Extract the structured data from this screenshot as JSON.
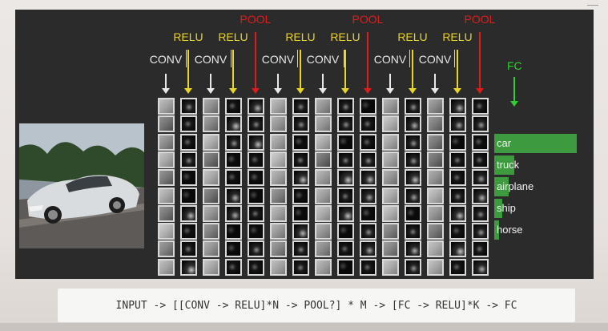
{
  "layer_labels": [
    {
      "text": "CONV",
      "kind": "conv"
    },
    {
      "text": "RELU",
      "kind": "relu"
    },
    {
      "text": "CONV",
      "kind": "conv"
    },
    {
      "text": "RELU",
      "kind": "relu"
    },
    {
      "text": "POOL",
      "kind": "pool"
    },
    {
      "text": "CONV",
      "kind": "conv"
    },
    {
      "text": "RELU",
      "kind": "relu"
    },
    {
      "text": "CONV",
      "kind": "conv"
    },
    {
      "text": "RELU",
      "kind": "relu"
    },
    {
      "text": "POOL",
      "kind": "pool"
    },
    {
      "text": "CONV",
      "kind": "conv"
    },
    {
      "text": "RELU",
      "kind": "relu"
    },
    {
      "text": "CONV",
      "kind": "conv"
    },
    {
      "text": "RELU",
      "kind": "relu"
    },
    {
      "text": "POOL",
      "kind": "pool"
    }
  ],
  "fc_label": "FC",
  "colors": {
    "conv": "#e8e8e8",
    "relu": "#e8d52a",
    "pool": "#e01b1b",
    "fc": "#2fd12f",
    "bar": "#3e9a3e",
    "panel": "#2b2b2b"
  },
  "predictions": [
    {
      "label": "car",
      "score": 1.0
    },
    {
      "label": "truck",
      "score": 0.24
    },
    {
      "label": "airplane",
      "score": 0.17
    },
    {
      "label": "ship",
      "score": 0.1
    },
    {
      "label": "horse",
      "score": 0.05
    }
  ],
  "caption": "INPUT -> [[CONV -> RELU]*N -> POOL?] * M -> [FC -> RELU]*K -> FC"
}
